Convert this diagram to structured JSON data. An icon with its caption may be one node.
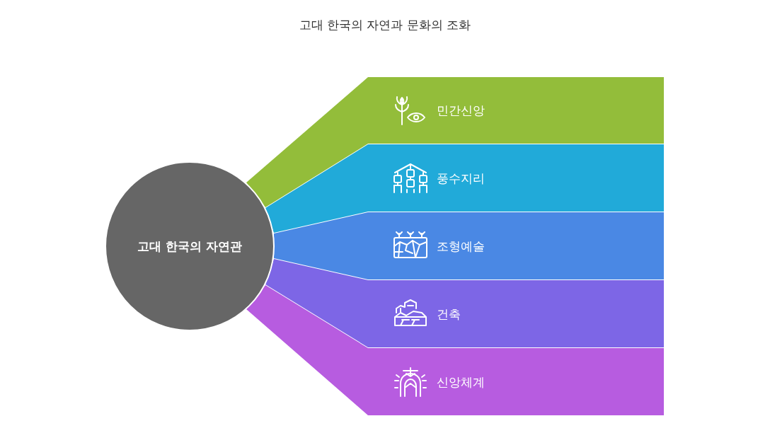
{
  "diagram": {
    "title": "고대 한국의 자연과 문화의 조화",
    "nodes": [
      {
        "text": [
          "고대 한국의 자연관"
        ]
      },
      {
        "text": [
          "민간신앙"
        ]
      },
      {
        "text": [
          "풍수지리"
        ]
      },
      {
        "text": [
          "조형예술"
        ]
      },
      {
        "text": [
          "건축"
        ]
      },
      {
        "text": [
          "신앙체계"
        ]
      }
    ]
  }
}
